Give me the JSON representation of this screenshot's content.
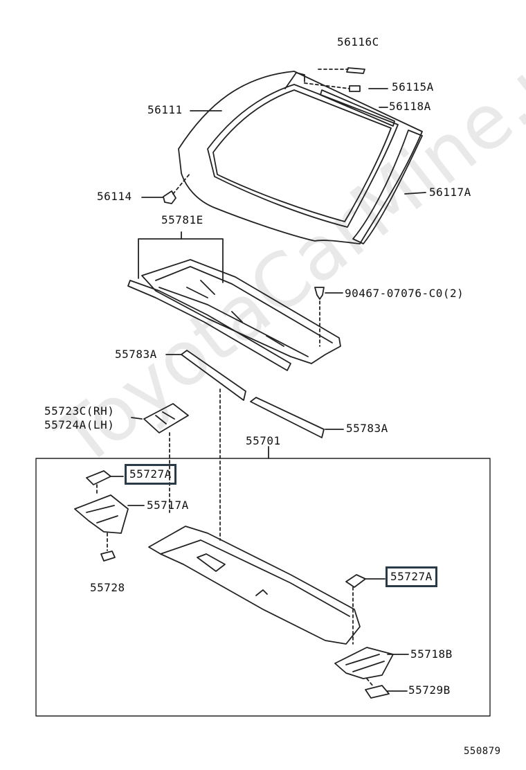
{
  "watermark": "ToyotaCarMine.ru",
  "diagram_number": "550879",
  "labels": {
    "p56116c": "56116C",
    "p56115a": "56115A",
    "p56118a": "56118A",
    "p56111": "56111",
    "p56117a": "56117A",
    "p56114": "56114",
    "p55781e": "55781E",
    "p90467": "90467-07076-C0(2)",
    "p55783a_left": "55783A",
    "p55783a_right": "55783A",
    "p55723c": "55723C(RH)",
    "p55724a": "55724A(LH)",
    "p55701": "55701",
    "p55727a_top": "55727A",
    "p55717a": "55717A",
    "p55728": "55728",
    "p55727a_right": "55727A",
    "p55718b": "55718B",
    "p55729b": "55729B"
  },
  "highlight_color": "#2b3a47"
}
